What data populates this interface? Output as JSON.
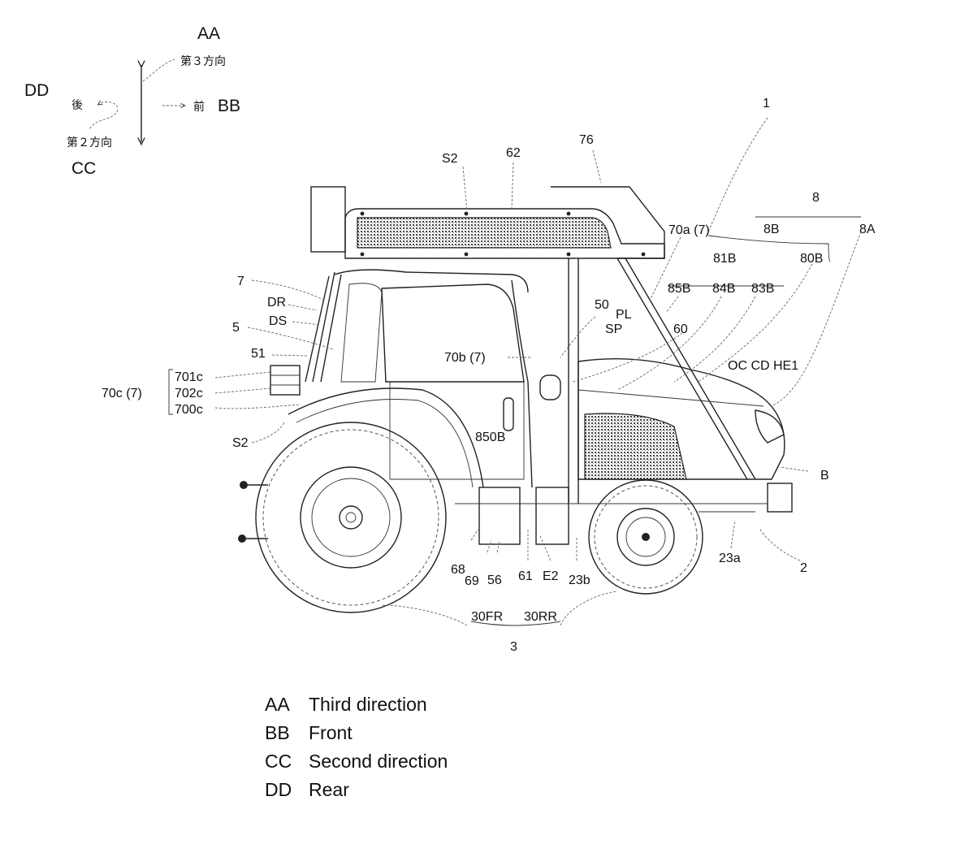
{
  "direction_indicator": {
    "third_direction_code": "AA",
    "third_direction_jp": "第３方向",
    "front_code": "BB",
    "front_jp": "前",
    "second_direction_code": "CC",
    "second_direction_jp": "第２方向",
    "rear_code": "DD",
    "rear_jp": "後"
  },
  "reference_labels": {
    "tractor": "1",
    "front_frame": "2",
    "wheel_group": "3",
    "cabin": "5",
    "cabin_part_51": "51",
    "fender_50": "50",
    "rops": "60",
    "frame_61": "61",
    "roof_62": "62",
    "step_56": "56",
    "part_68": "68",
    "part_69": "69",
    "roof_76": "76",
    "light_7": "7",
    "light_70a": "70a (7)",
    "light_70b": "70b (7)",
    "light_70c": "70c (7)",
    "light_701c": "701c",
    "light_702c": "702c",
    "light_700c": "700c",
    "bonnet_8": "8",
    "bonnet_8A": "8A",
    "bonnet_8B": "8B",
    "bonnet_80B": "80B",
    "bonnet_81B": "81B",
    "bonnet_83B": "83B",
    "bonnet_84B": "84B",
    "bonnet_85B": "85B",
    "bonnet_850B": "850B",
    "sensor_s2_roof": "S2",
    "sensor_s2_rear": "S2",
    "dr": "DR",
    "ds": "DS",
    "pl": "PL",
    "sp": "SP",
    "e2": "E2",
    "axle_23a": "23a",
    "axle_23b": "23b",
    "wheel_30FR": "30FR",
    "wheel_30RR": "30RR",
    "b": "B",
    "oc_cd_he1": "OC CD HE1"
  },
  "legend": [
    {
      "code": "AA",
      "meaning": "Third direction"
    },
    {
      "code": "BB",
      "meaning": "Front"
    },
    {
      "code": "CC",
      "meaning": "Second direction"
    },
    {
      "code": "DD",
      "meaning": "Rear"
    }
  ]
}
